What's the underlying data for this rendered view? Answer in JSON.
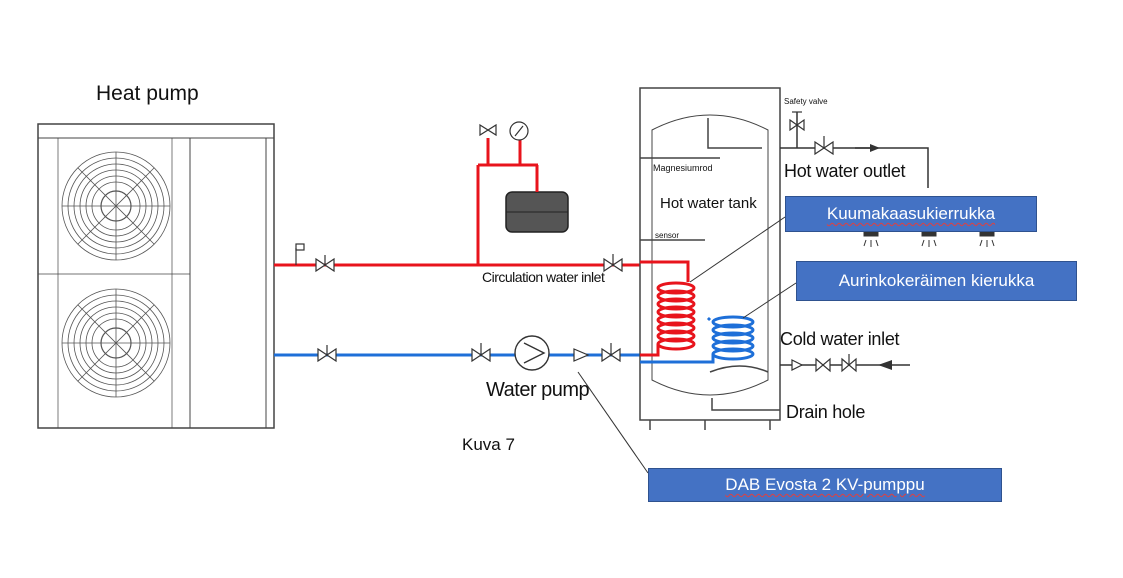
{
  "labels": {
    "heat_pump": "Heat pump",
    "circulation_water_inlet": "Circulation water inlet",
    "water_pump": "Water pump",
    "figure_caption": "Kuva 7",
    "magnesium_rod": "Magnesiumrod",
    "hot_water_tank": "Hot water tank",
    "sensor": "sensor",
    "safety_valve": "Safety valve",
    "hot_water_outlet": "Hot water outlet",
    "cold_water_inlet": "Cold water inlet",
    "drain_hole": "Drain hole"
  },
  "callouts": {
    "hot_gas_coil": "Kuumakaasukierrukka",
    "solar_collector_coil": "Aurinkokeräimen kierukka",
    "pump_model": "DAB Evosta 2 KV-pumppu"
  },
  "colors": {
    "hot_line": "#e8141c",
    "cold_line": "#1e6fd8",
    "callout_fill": "#4472c4",
    "callout_text": "#ffffff",
    "drawing": "#333333"
  }
}
